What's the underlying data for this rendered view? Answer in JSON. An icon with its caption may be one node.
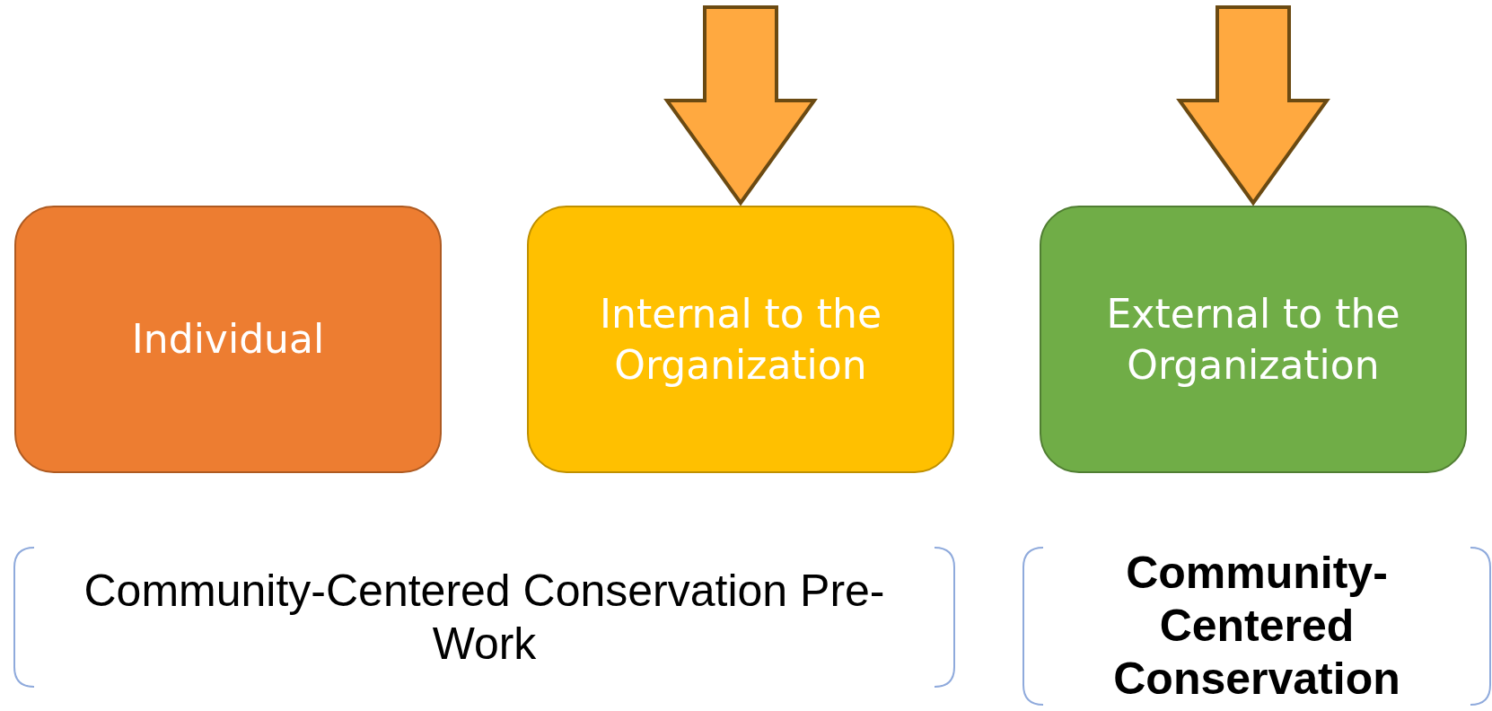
{
  "diagram": {
    "nodes": [
      {
        "text": [
          "Individual"
        ]
      },
      {
        "text": [
          "Internal to the Organization"
        ]
      },
      {
        "text": [
          "External to the Organization"
        ]
      }
    ],
    "edges": [
      {
        "from": null,
        "to": 1,
        "arrow": "to"
      },
      {
        "from": null,
        "to": 2,
        "arrow": "to"
      }
    ],
    "labels": [
      "Community-Centered Conservation Pre-Work",
      "**Community-Centered Conservation**"
    ]
  }
}
